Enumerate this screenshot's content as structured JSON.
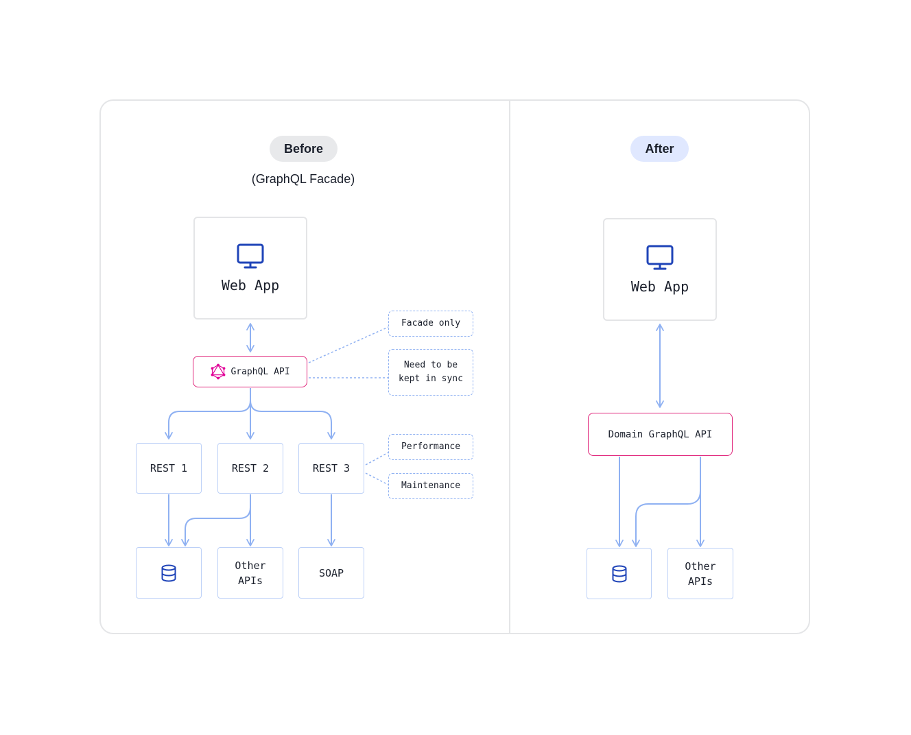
{
  "before": {
    "badge": "Before",
    "subtitle": "(GraphQL Facade)",
    "web_app": "Web App",
    "graphql_api": "GraphQL API",
    "notes": {
      "facade_only": "Facade only",
      "sync": "Need to be\nkept in sync",
      "performance": "Performance",
      "maintenance": "Maintenance"
    },
    "rest": [
      "REST 1",
      "REST 2",
      "REST 3"
    ],
    "other_apis": "Other\nAPIs",
    "soap": "SOAP"
  },
  "after": {
    "badge": "After",
    "web_app": "Web App",
    "domain_api": "Domain GraphQL API",
    "other_apis": "Other\nAPIs"
  },
  "colors": {
    "arrow": "#8fb1f2",
    "graphql_border": "#e0247a",
    "graphql_logo": "#e10098",
    "icon": "#1f44b8",
    "before_badge_bg": "#e8e9eb",
    "after_badge_bg": "#e0e8ff"
  }
}
